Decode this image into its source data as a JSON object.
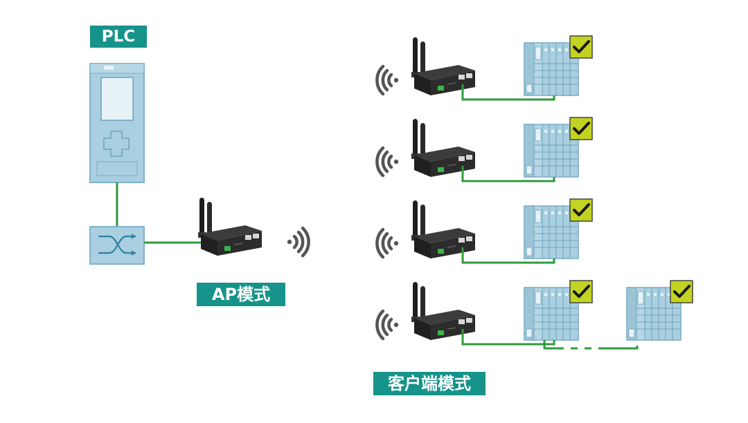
{
  "labels": {
    "plc": "PLC",
    "ap_mode": "AP模式",
    "client_mode": "客户端模式"
  },
  "colors": {
    "label_bg": "#16938a",
    "plc_body": "#a9cfe0",
    "plc_border": "#7fb2c9",
    "link": "#2f9a3c",
    "checkmark_bg": "#c3d321",
    "device_dark": "#2c2c2c",
    "wifi": "#555555"
  },
  "icons": {
    "plc": "plc-controller-icon",
    "switch": "network-switch-icon",
    "router": "wireless-router-icon",
    "wifi": "wifi-signal-icon",
    "io": "io-module-icon",
    "check": "checkmark-icon"
  },
  "client_rows": 4,
  "row4_extra_devices": 1
}
